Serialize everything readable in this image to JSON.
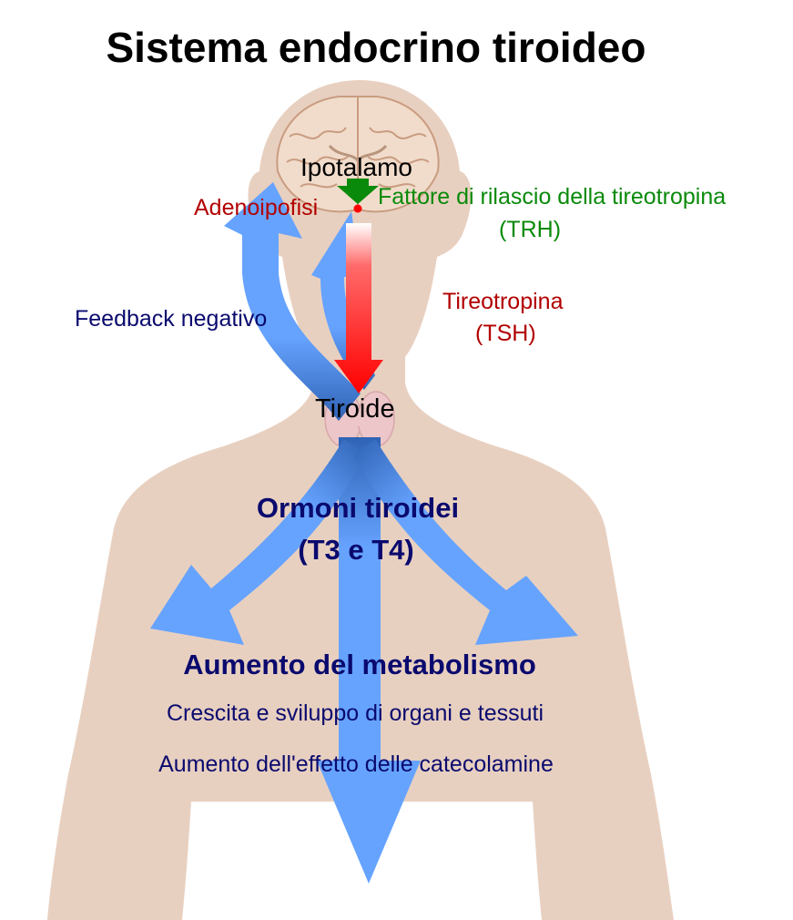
{
  "title": "Sistema endocrino tiroideo",
  "labels": {
    "hypothalamus": "Ipotalamo",
    "pituitary": "Adenoipofisi",
    "trh_name": "Fattore di rilascio della tireotropina",
    "trh_abbr": "(TRH)",
    "tsh_name": "Tireotropina",
    "tsh_abbr": "(TSH)",
    "feedback": "Feedback negativo",
    "thyroid": "Tiroide",
    "hormones_line1": "Ormoni tiroidei",
    "hormones_line2": "(T3 e T4)",
    "metabolism": "Aumento del metabolismo",
    "effect_growth": "Crescita e sviluppo di organi e tessuti",
    "effect_catecholamines": "Aumento dell'effetto delle catecolamine"
  },
  "colors": {
    "body": "#e8d0c0",
    "brain": "#f1dccb",
    "brain_fold": "#c99c80",
    "thyroid": "#ecc6c9",
    "flow_blue": "#66a3ff",
    "flow_blue_dark": "#2f63b4",
    "tsh_red": "#ff0000",
    "trh_green": "#0a8a0a",
    "red_text": "#b20000",
    "green_text": "#0a8a0a",
    "navy_text": "#0a0a6e"
  }
}
